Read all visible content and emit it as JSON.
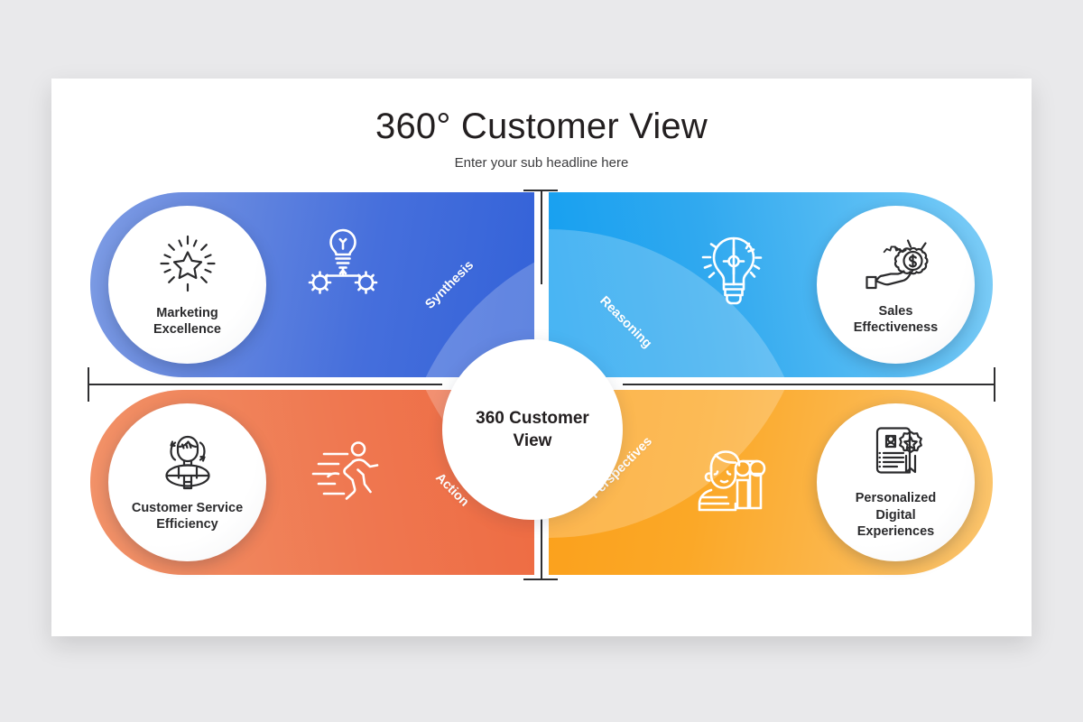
{
  "slide": {
    "title": "360° Customer View",
    "subtitle": "Enter your sub headline here",
    "background_color": "#e9e9eb",
    "panel_color": "#ffffff"
  },
  "hub": {
    "label": "360 Customer\nView",
    "line1": "360 Customer",
    "line2": "View"
  },
  "quadrants": [
    {
      "id": "top-left",
      "ring_label": "Synthesis",
      "title_line1": "Marketing",
      "title_line2": "Excellence",
      "title": "Marketing Excellence",
      "circle_icon": "shining-star-icon",
      "pill_icon": "lightbulb-gears-icon",
      "color_start": "#7d9ce4",
      "color_end": "#3362d8"
    },
    {
      "id": "top-right",
      "ring_label": "Reasoning",
      "title_line1": "Sales",
      "title_line2": "Effectiveness",
      "title": "Sales Effectiveness",
      "circle_icon": "hand-money-badge-icon",
      "pill_icon": "lightbulb-gear-half-icon",
      "color_start": "#7fcdf6",
      "color_end": "#149ff0"
    },
    {
      "id": "bottom-left",
      "ring_label": "Action",
      "title_line1": "Customer Service",
      "title_line2": "Efficiency",
      "title": "Customer Service Efficiency",
      "circle_icon": "support-person-icon",
      "pill_icon": "running-person-icon",
      "color_start": "#f2936a",
      "color_end": "#ee6b42"
    },
    {
      "id": "bottom-right",
      "ring_label": "Perspectives",
      "title_line1": "Personalized",
      "title_line2": "Digital",
      "title_line3": "Experiences",
      "title": "Personalized Digital Experiences",
      "circle_icon": "profile-certificate-icon",
      "pill_icon": "person-binoculars-icon",
      "color_start": "#fbc56d",
      "color_end": "#fba01b"
    }
  ],
  "axes": {
    "color": "#2f2f31",
    "vertical_present": true,
    "horizontal_present": true
  }
}
